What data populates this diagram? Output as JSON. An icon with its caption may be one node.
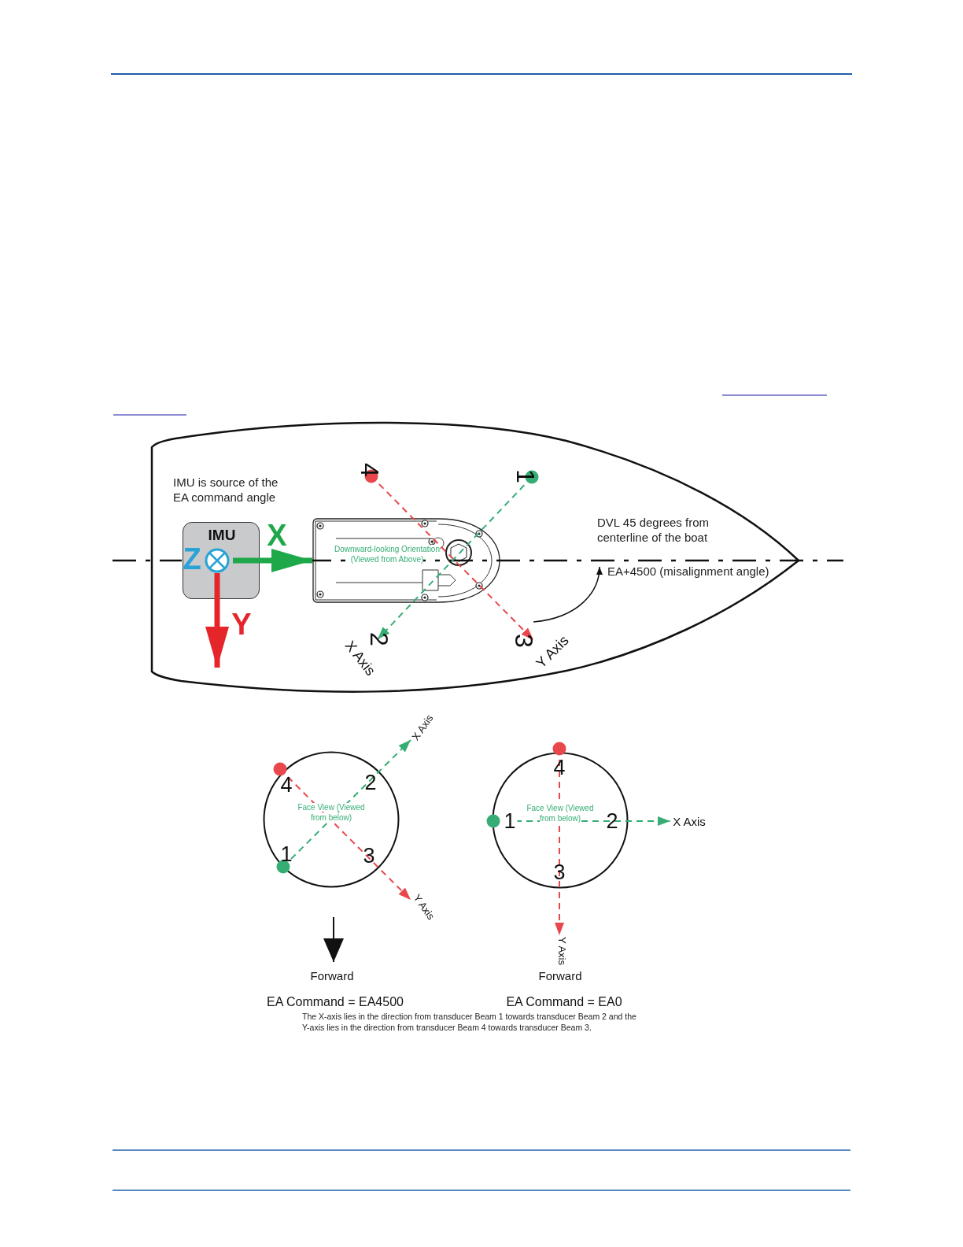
{
  "diagram": {
    "caption": "The X-axis lies in the direction from transducer Beam 1 towards transducer Beam 2 and the Y-axis lies in the direction from transducer Beam 4 towards transducer Beam 3.",
    "nodes": [
      {
        "text": [
          "IMU is source of the EA command angle",
          "DVL 45 degrees from centerline of the boat",
          "EA+4500 (misalignment angle)"
        ]
      },
      {
        "text": [
          "IMU"
        ],
        "in": 0
      },
      {
        "text": [
          "Downward-looking Orientation (Viewed from Above)"
        ],
        "in": 0
      },
      {
        "text": [
          "Face View (Viewed from below)"
        ]
      },
      {
        "text": [
          "Face View (Viewed from below)"
        ]
      }
    ],
    "edges": [
      {
        "from": 1,
        "to": 2,
        "arrow": "to",
        "color": "#1ea84a"
      },
      {
        "from": 1,
        "to": null,
        "arrow": "to",
        "color": "#e4262b"
      }
    ],
    "labels": [
      "4",
      "1",
      "X",
      "Z",
      "Y",
      "2",
      "X Axis",
      "3",
      "Y Axis",
      "X Axis",
      "4",
      "2",
      "1",
      "3",
      "Y Axis",
      "Forward",
      "EA Command = EA4500",
      "4",
      "1",
      "2",
      "X Axis",
      "3",
      "Y Axis",
      "Forward",
      "EA Command = EA0"
    ]
  }
}
